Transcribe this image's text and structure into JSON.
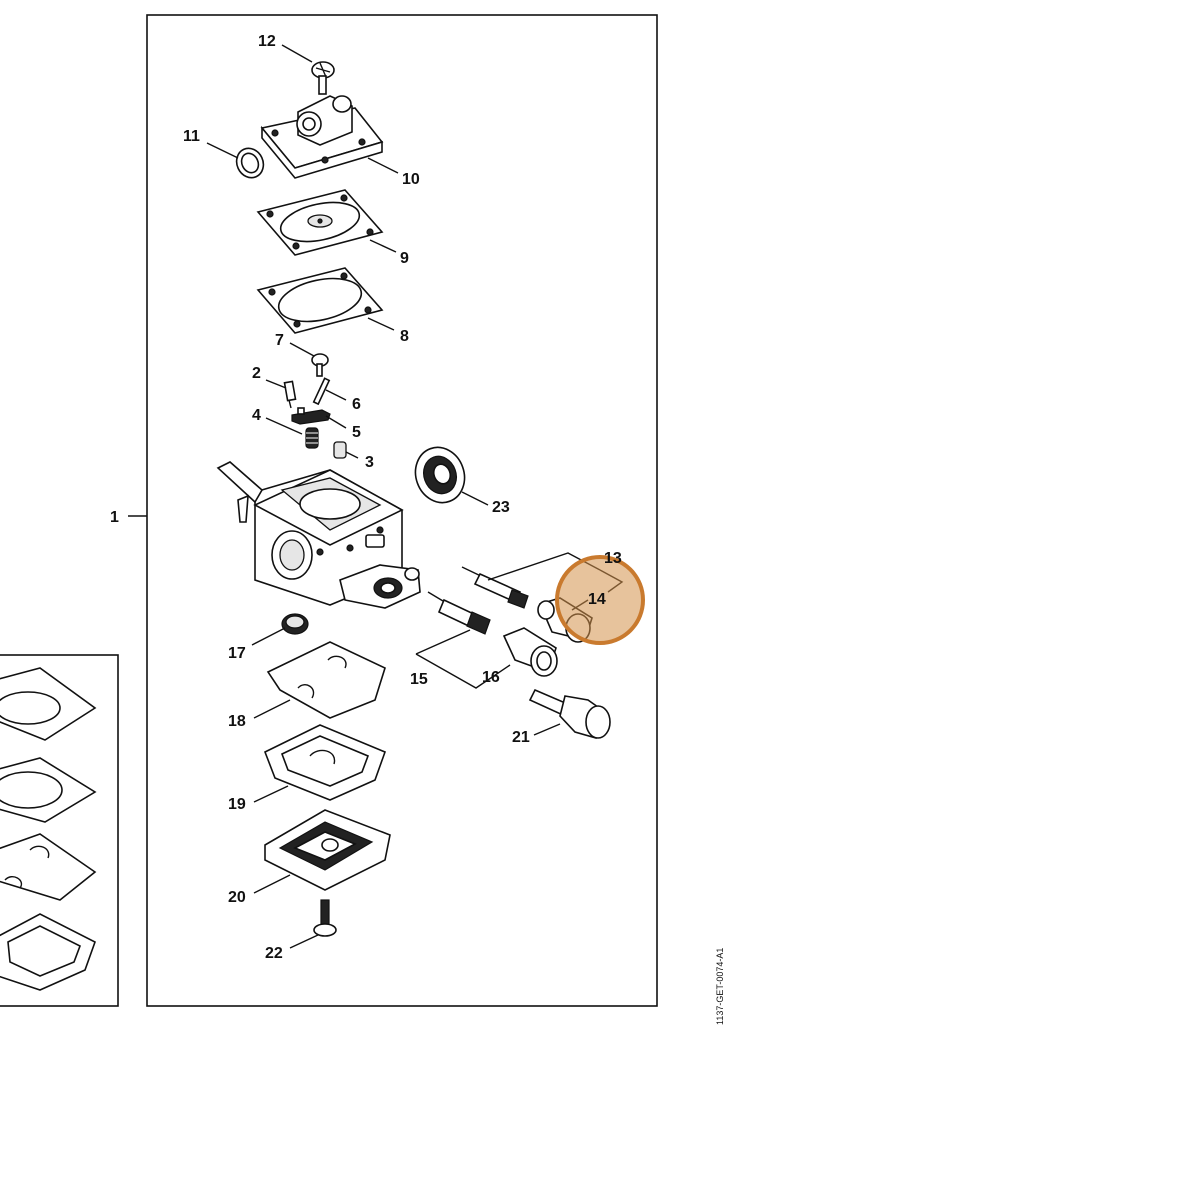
{
  "callouts": {
    "c1": "1",
    "c2": "2",
    "c3": "3",
    "c4": "4",
    "c5": "5",
    "c6": "6",
    "c7": "7",
    "c8": "8",
    "c9": "9",
    "c10": "10",
    "c11": "11",
    "c12": "12",
    "c13": "13",
    "c14": "14",
    "c15": "15",
    "c16": "16",
    "c17": "17",
    "c18": "18",
    "c19": "19",
    "c20": "20",
    "c21": "21",
    "c22": "22",
    "c23": "23"
  },
  "drawing_reference": "1137-GET-0074-A1",
  "highlight": {
    "target": "14",
    "color": "#d4924a"
  }
}
